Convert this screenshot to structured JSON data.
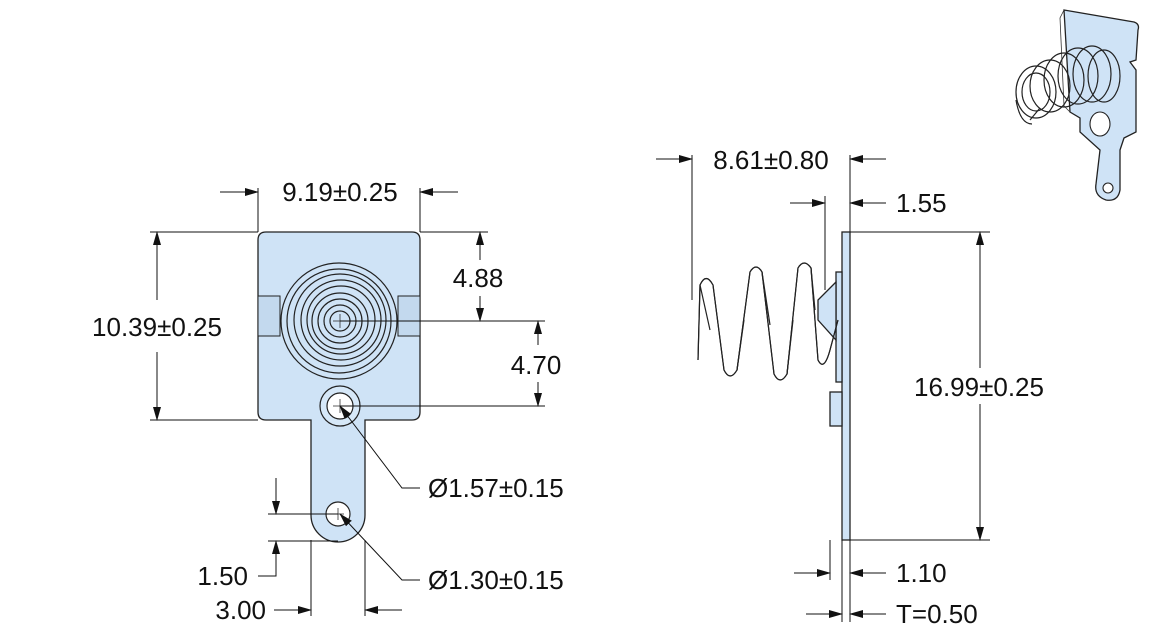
{
  "drawing": {
    "front_view": {
      "width_label": "9.19±0.25",
      "height_label": "10.39±0.25",
      "center_offset_label": "4.88",
      "hole_spacing_label": "4.70",
      "hole_large_label": "Ø1.57±0.15",
      "hole_small_label": "Ø1.30±0.15",
      "tab_offset_label": "1.50",
      "tab_width_label": "3.00"
    },
    "side_view": {
      "spring_length_label": "8.61±0.80",
      "offset_label": "1.55",
      "total_height_label": "16.99±0.25",
      "flange_label": "1.10",
      "thickness_label": "T=0.50"
    }
  },
  "colors": {
    "part_fill": "#cfe3f6",
    "line": "#111111"
  }
}
